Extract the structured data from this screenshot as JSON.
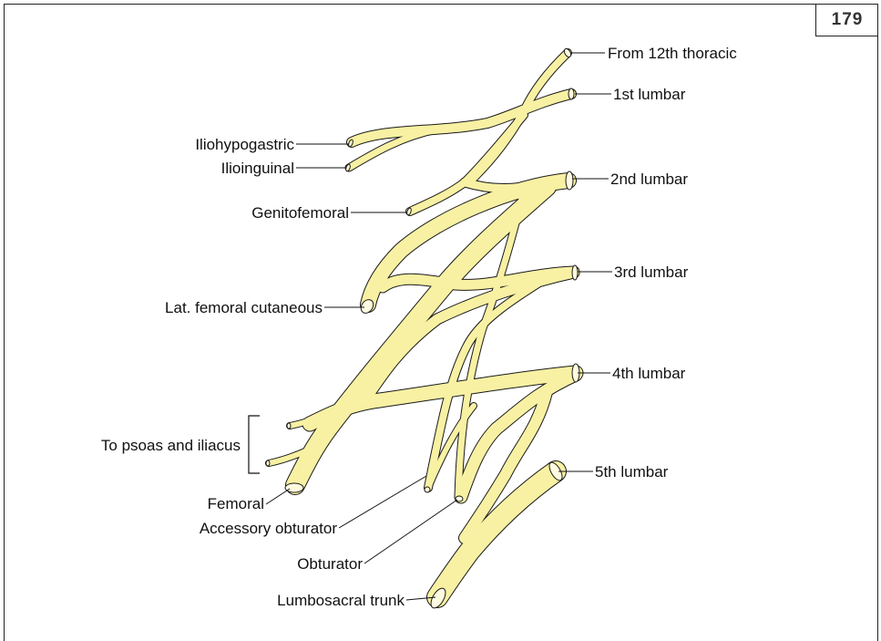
{
  "page_number": "179",
  "colors": {
    "nerve_fill": "#f8f1a3",
    "nerve_outline": "#1a1a1a",
    "cap_fill": "#fffbe0",
    "text": "#111111"
  },
  "labels": {
    "from_12th_thoracic": "From 12th thoracic",
    "lumbar_1": "1st lumbar",
    "lumbar_2": "2nd lumbar",
    "lumbar_3": "3rd lumbar",
    "lumbar_4": "4th lumbar",
    "lumbar_5": "5th lumbar",
    "iliohypogastric": "Iliohypogastric",
    "ilioinguinal": "Ilioinguinal",
    "genitofemoral": "Genitofemoral",
    "lat_femoral_cutaneous": "Lat. femoral cutaneous",
    "to_psoas_and_iliacus": "To psoas and iliacus",
    "femoral": "Femoral",
    "accessory_obturator": "Accessory obturator",
    "obturator": "Obturator",
    "lumbosacral_trunk": "Lumbosacral trunk"
  }
}
